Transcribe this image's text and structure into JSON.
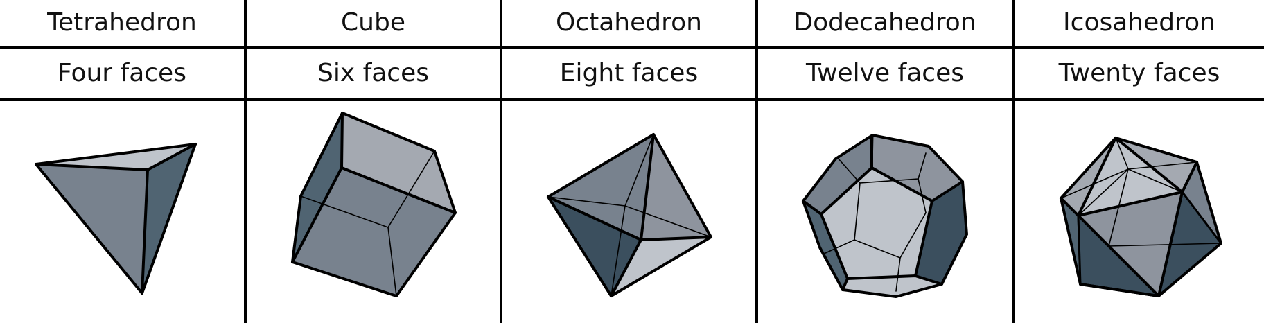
{
  "colors": {
    "light": "#bfc4cb",
    "mid_light": "#a4a9b1",
    "mid": "#8e949e",
    "dark_mid": "#78828e",
    "dark": "#506472",
    "darkest": "#3b4f5e",
    "rule": "#000000"
  },
  "columns": [
    {
      "name": "Tetrahedron",
      "faces": "Four faces"
    },
    {
      "name": "Cube",
      "faces": "Six faces"
    },
    {
      "name": "Octahedron",
      "faces": "Eight faces"
    },
    {
      "name": "Dodecahedron",
      "faces": "Twelve faces"
    },
    {
      "name": "Icosahedron",
      "faces": "Twenty faces"
    }
  ]
}
